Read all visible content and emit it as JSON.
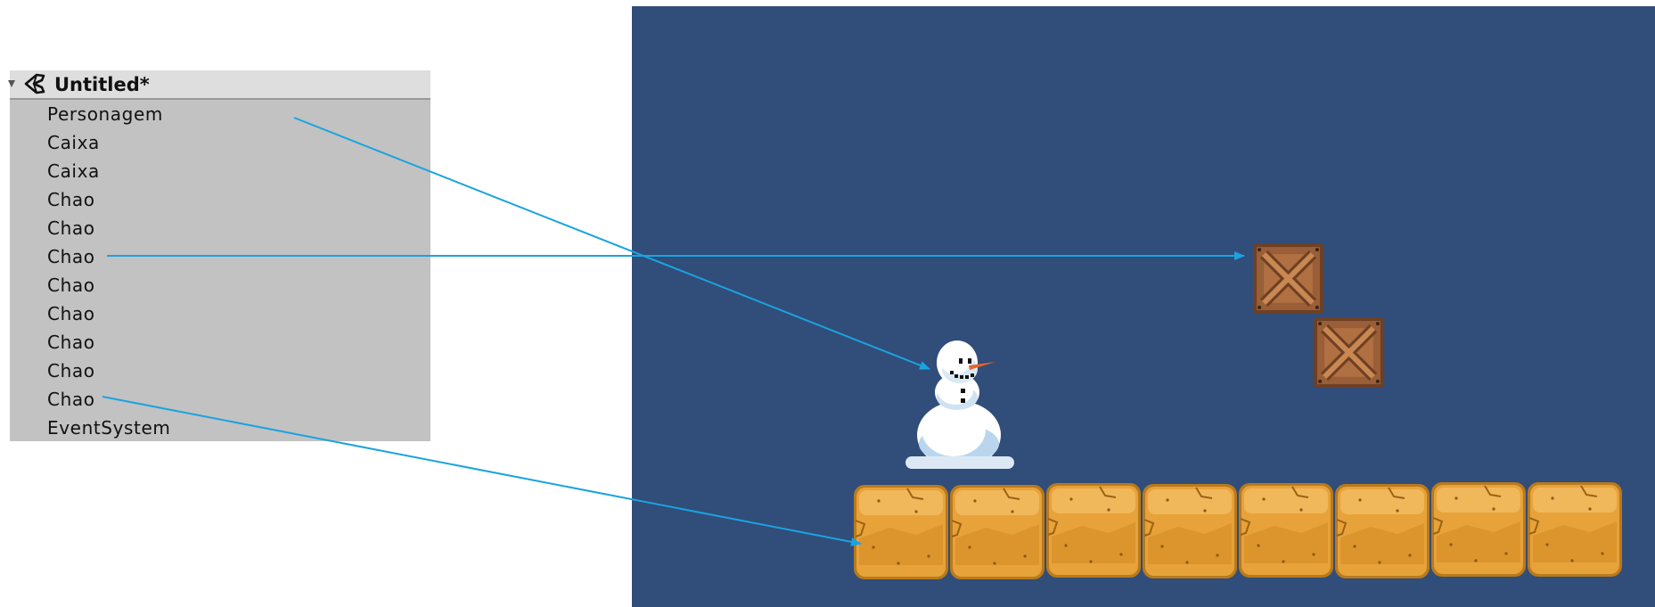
{
  "hierarchy": {
    "scene_title": "Untitled*",
    "items": [
      {
        "label": "Personagem"
      },
      {
        "label": "Caixa"
      },
      {
        "label": "Caixa"
      },
      {
        "label": "Chao"
      },
      {
        "label": "Chao"
      },
      {
        "label": "Chao"
      },
      {
        "label": "Chao"
      },
      {
        "label": "Chao"
      },
      {
        "label": "Chao"
      },
      {
        "label": "Chao"
      },
      {
        "label": "Chao"
      },
      {
        "label": "EventSystem"
      }
    ]
  },
  "scene": {
    "background_color": "#314d79",
    "ground_tile_count": 8,
    "crate_count": 2
  },
  "annotation": {
    "arrow_color": "#1aa3e0"
  },
  "colors": {
    "panel_bg": "#c2c2c2",
    "header_bg": "#dedede",
    "crate": "#8a5432",
    "ground": "#e8a23a"
  }
}
